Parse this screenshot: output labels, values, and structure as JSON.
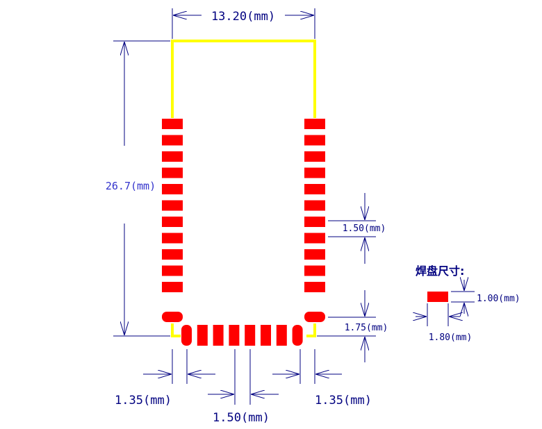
{
  "dimensions": {
    "width_label": "13.20(mm)",
    "height_label": "26.7(mm)",
    "pitch_right_label": "1.50(mm)",
    "bottom_offset_label": "1.75(mm)",
    "left_margin_label": "1.35(mm)",
    "right_margin_label": "1.35(mm)",
    "pitch_bottom_label": "1.50(mm)"
  },
  "pad_legend": {
    "title": "焊盘尺寸:",
    "height_label": "1.00(mm)",
    "width_label": "1.80(mm)"
  },
  "pads": {
    "left_count": 11,
    "right_count": 11,
    "bottom_count": 8
  },
  "colors": {
    "outline": "#ffff00",
    "pad": "#ff0000",
    "dimension_line": "#000080",
    "height_text": "#3333cc",
    "background": "#ffffff"
  }
}
